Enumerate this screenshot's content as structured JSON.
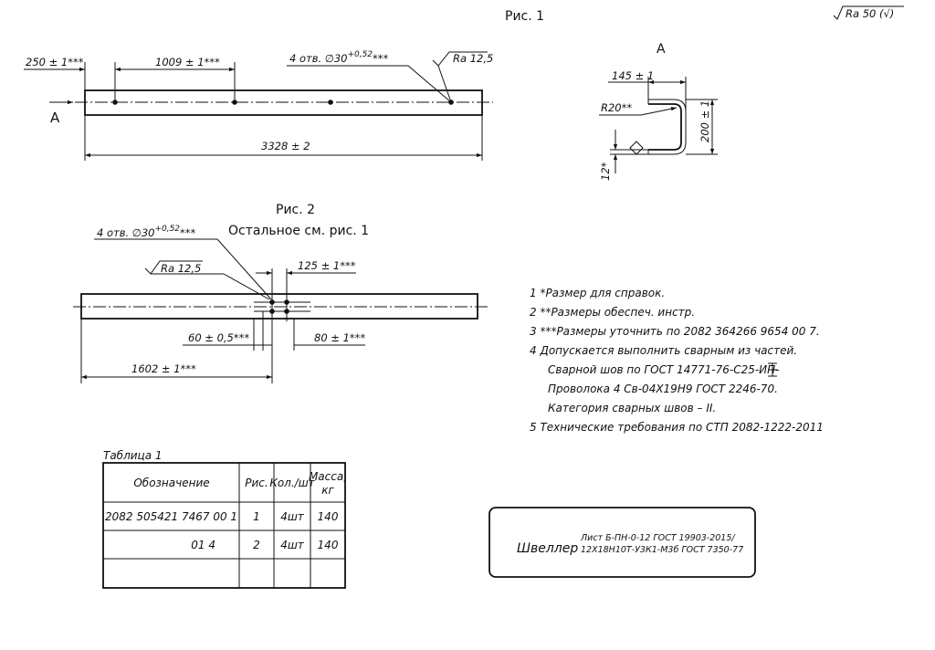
{
  "header": {
    "fig1_title": "Рис. 1",
    "roughness_general": "Ra 50 (√)"
  },
  "fig1": {
    "dim_250": "250 ± 1***",
    "dim_1009": "1009 ± 1***",
    "holes_prefix": "4 отв. ∅30",
    "holes_tol": "+0,52",
    "holes_suffix": "***",
    "roughness": "Ra 12,5",
    "view_label": "А",
    "dim_3328": "3328 ± 2"
  },
  "section_a": {
    "title": "А",
    "dim_145": "145 ± 1",
    "radius": "R20**",
    "dim_200": "200 ± 1",
    "dim_12": "12*"
  },
  "fig2": {
    "title": "Рис. 2",
    "subtitle": "Остальное см. рис. 1",
    "holes_prefix": "4 отв. ∅30",
    "holes_tol": "+0,52",
    "holes_suffix": "***",
    "roughness": "Ra 12,5",
    "dim_125": "125 ± 1***",
    "dim_60": "60 ± 0,5***",
    "dim_80": "80 ± 1***",
    "dim_1602": "1602 ± 1***"
  },
  "notes": [
    "1 *Размер для справок.",
    "2 **Размеры обеспеч. инстр.",
    "3 ***Размеры уточнить по 2082 364266 9654 00 7.",
    "4 Допускается выполнить сварным из частей.",
    "Сварной шов по ГОСТ 14771-76-С25-ИП-",
    "Проволока 4 Св-04Х19Н9 ГОСТ 2246-70.",
    "Категория сварных швов – II.",
    "5 Технические требования по СТП 2082-1222-2011"
  ],
  "table": {
    "caption": "Таблица 1",
    "headers": [
      "Обозначение",
      "Рис.",
      "Кол./шт",
      "Масса,",
      "кг"
    ],
    "rows": [
      [
        "2082 505421 7467 00 1",
        "1",
        "4шт",
        "140"
      ],
      [
        "01 4",
        "2",
        "4шт",
        "140"
      ]
    ]
  },
  "material": {
    "name": "Швеллер",
    "line1": "Лист Б-ПН-0-12 ГОСТ 19903-2015/",
    "line2": "12Х18Н10Т-У3К1-М3б ГОСТ 7350-77"
  }
}
